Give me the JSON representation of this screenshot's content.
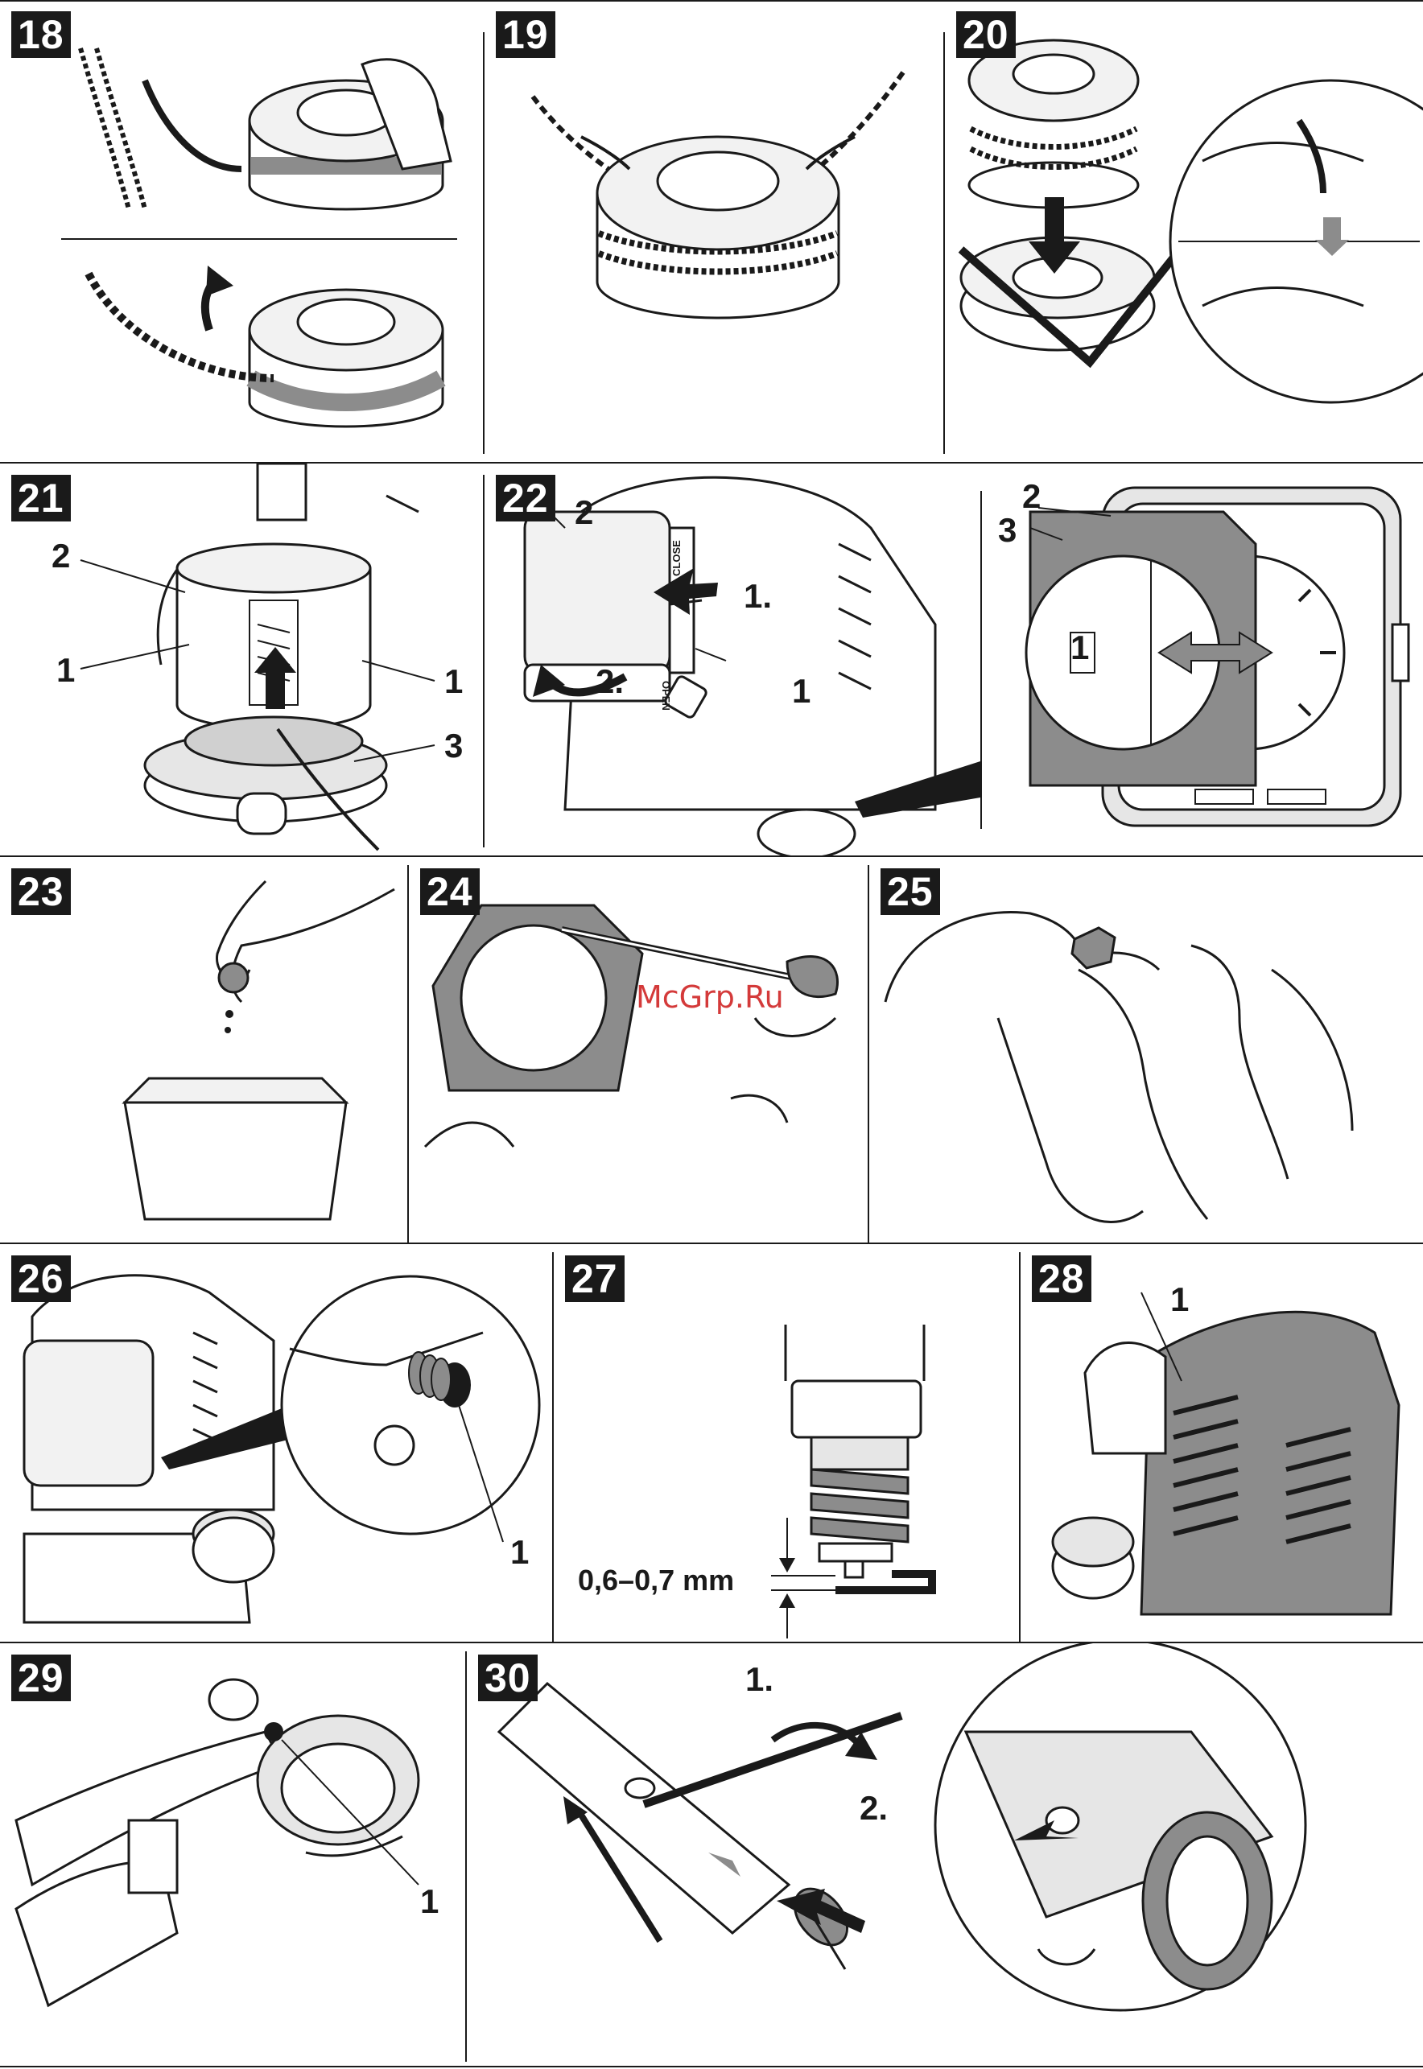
{
  "steps": {
    "s18": "18",
    "s19": "19",
    "s20": "20",
    "s21": "21",
    "s22": "22",
    "s23": "23",
    "s24": "24",
    "s25": "25",
    "s26": "26",
    "s27": "27",
    "s28": "28",
    "s29": "29",
    "s30": "30"
  },
  "labels": {
    "p21": {
      "n1a": "1",
      "n1b": "1",
      "n2": "2",
      "n3": "3"
    },
    "p22": {
      "n2": "2",
      "step1": "1.",
      "step2": "2.",
      "n1": "1",
      "side_close": "CLOSE",
      "side_open": "OPEN"
    },
    "p22b": {
      "n2": "2",
      "n3": "3",
      "n1": "1"
    },
    "p26": {
      "n1": "1"
    },
    "p27": {
      "gap": "0,6–0,7 mm"
    },
    "p28": {
      "n1": "1"
    },
    "p29": {
      "n1": "1"
    },
    "p30": {
      "step1": "1.",
      "step2": "2."
    }
  },
  "watermark": "McGrp.Ru",
  "colors": {
    "ink": "#1a1a1a",
    "gray": "#8c8c8c",
    "light": "#e6e6e6",
    "watermark": "#d43a3a"
  }
}
